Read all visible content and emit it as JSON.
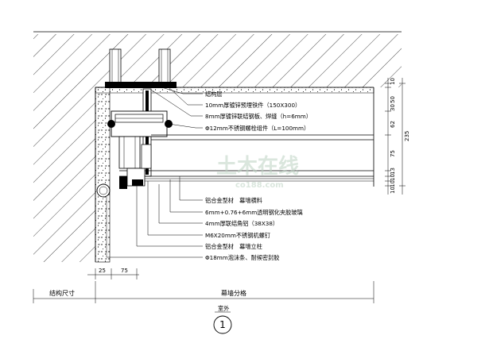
{
  "labels": {
    "structure_layer": "结构层",
    "embedded_plate": "10mm厚镀锌预埋铁件（150X300）",
    "steel_plate": "8mm厚镀锌联结钢板、焊缝（h=6mm）",
    "bolt": "Φ12mm不锈钢螺栓组件（L=100mm）",
    "beam": "铝合金型材　幕墙横料",
    "glass": "6mm+0.76+6mm透明钢化夹胶玻璃",
    "angle": "4mm厚联结角铝（38X38）",
    "screw": "M6X20mm不锈钢机螺钉",
    "mullion": "铝合金型材　幕墙立柱",
    "sealant": "Φ18mm泡沫条、耐候密封胶"
  },
  "dimensions": {
    "right": [
      "10",
      "50",
      "30",
      "62",
      "235",
      "75",
      "13",
      "10",
      "10",
      "10"
    ],
    "bottom": [
      "25",
      "75"
    ]
  },
  "bottom_row": {
    "left_label": "结构尺寸",
    "right_label": "幕墙分格"
  },
  "footer": {
    "small_label": "室外",
    "detail_number": "1"
  },
  "watermark": {
    "main": "土木在线",
    "url": "co188.com"
  }
}
